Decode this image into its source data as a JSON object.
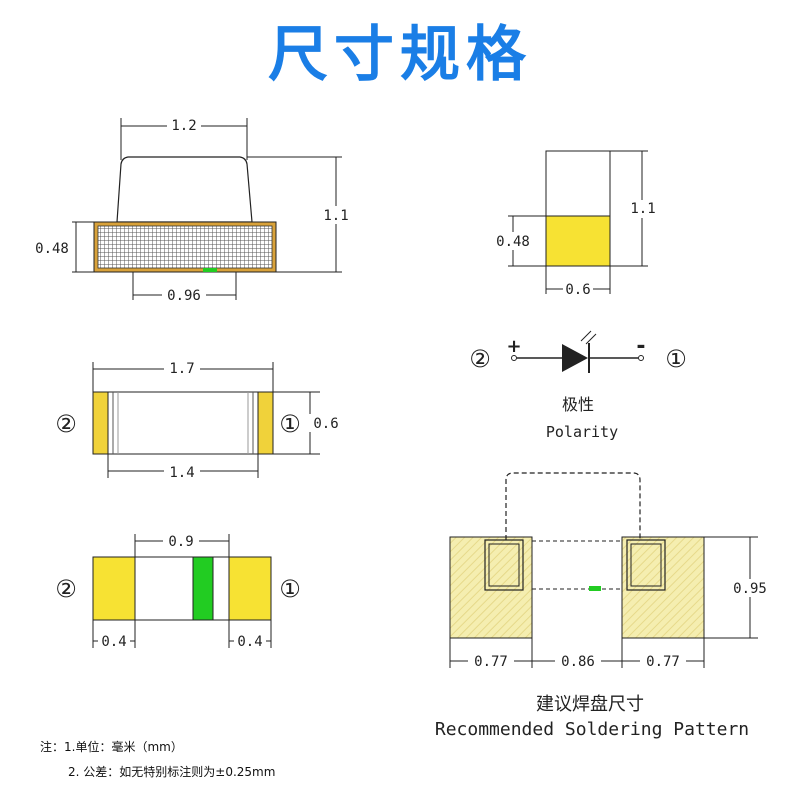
{
  "title": "尺寸规格",
  "side_view": {
    "dim_top": "1.2",
    "dim_height": "1.1",
    "dim_base_height": "0.48",
    "dim_bottom": "0.96"
  },
  "end_view": {
    "dim_height": "1.1",
    "dim_pad_height": "0.48",
    "dim_width": "0.6"
  },
  "top_view": {
    "dim_top": "1.7",
    "dim_bottom": "1.4",
    "dim_height": "0.6",
    "pin_left": "②",
    "pin_right": "①"
  },
  "bottom_view": {
    "dim_top": "0.9",
    "dim_left": "0.4",
    "dim_right": "0.4",
    "pin_left": "②",
    "pin_right": "①"
  },
  "polarity": {
    "pin_left": "②",
    "pin_right": "①",
    "plus": "+",
    "minus": "-",
    "label_cn": "极性",
    "label_en": "Polarity"
  },
  "soldering": {
    "dim_left": "0.77",
    "dim_mid": "0.86",
    "dim_right": "0.77",
    "dim_height": "0.95",
    "label_cn": "建议焊盘尺寸",
    "label_en": "Recommended Soldering Pattern"
  },
  "notes": {
    "line1": "注：1.单位：毫米（mm）",
    "line2": "2. 公差：如无特别标注则为±0.25mm"
  },
  "colors": {
    "title": "#1a7ee6",
    "pad_yellow": "#f7e233",
    "pad_dark_yellow": "#f0d23a",
    "green_chip": "#22cc22",
    "solder_hatch": "#f5eeb0"
  }
}
